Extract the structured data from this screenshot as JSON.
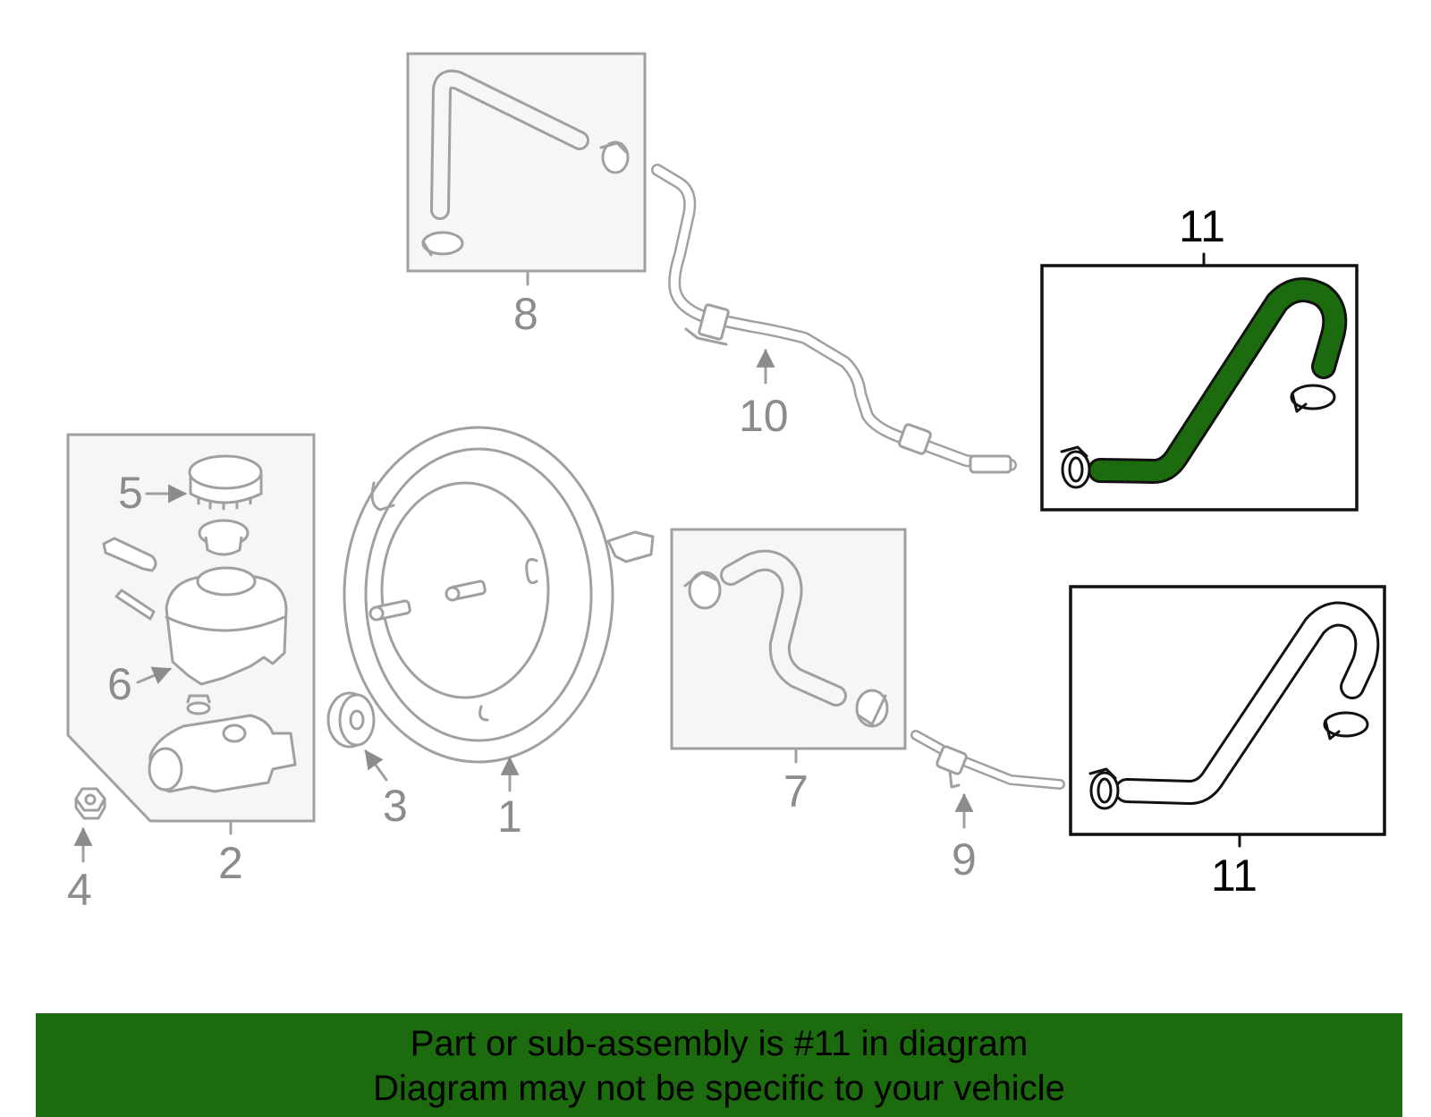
{
  "callouts": {
    "c1": "1",
    "c2": "2",
    "c3": "3",
    "c4": "4",
    "c5": "5",
    "c6": "6",
    "c7": "7",
    "c8": "8",
    "c9": "9",
    "c10": "10",
    "c11_top": "11",
    "c11_bottom": "11"
  },
  "highlight_color": "#1c6b0e",
  "banner": {
    "line1": "Part or sub-assembly is #11 in diagram",
    "line2": "Diagram may not be specific to your vehicle"
  }
}
